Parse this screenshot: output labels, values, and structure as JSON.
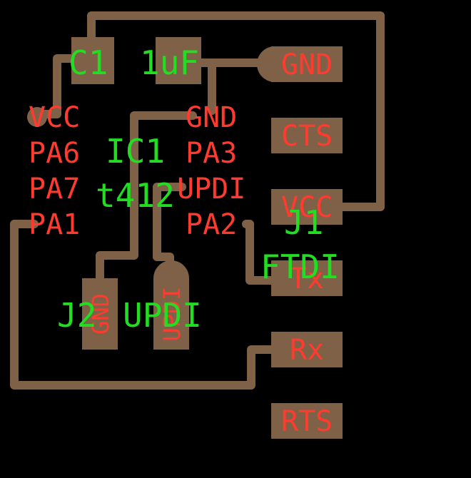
{
  "board": {
    "c1": {
      "ref": "C1",
      "value": "1uF"
    },
    "ic1": {
      "ref": "IC1",
      "value": "t412",
      "left_pins": [
        "VCC",
        "PA6",
        "PA7",
        "PA1"
      ],
      "right_pins": [
        "GND",
        "PA3",
        "UPDI",
        "PA2"
      ]
    },
    "j1": {
      "ref": "J1",
      "name": "FTDI",
      "pins": [
        "GND",
        "CTS",
        "VCC",
        "Tx",
        "Rx",
        "RTS"
      ]
    },
    "j2": {
      "ref": "J2",
      "name": "UPDI",
      "pins": [
        "GND",
        "UPDI"
      ]
    }
  },
  "colors": {
    "background": "#000000",
    "copper": "#7f6147",
    "pad_label": "#ff3b2f",
    "silkscreen": "#22dd22"
  }
}
